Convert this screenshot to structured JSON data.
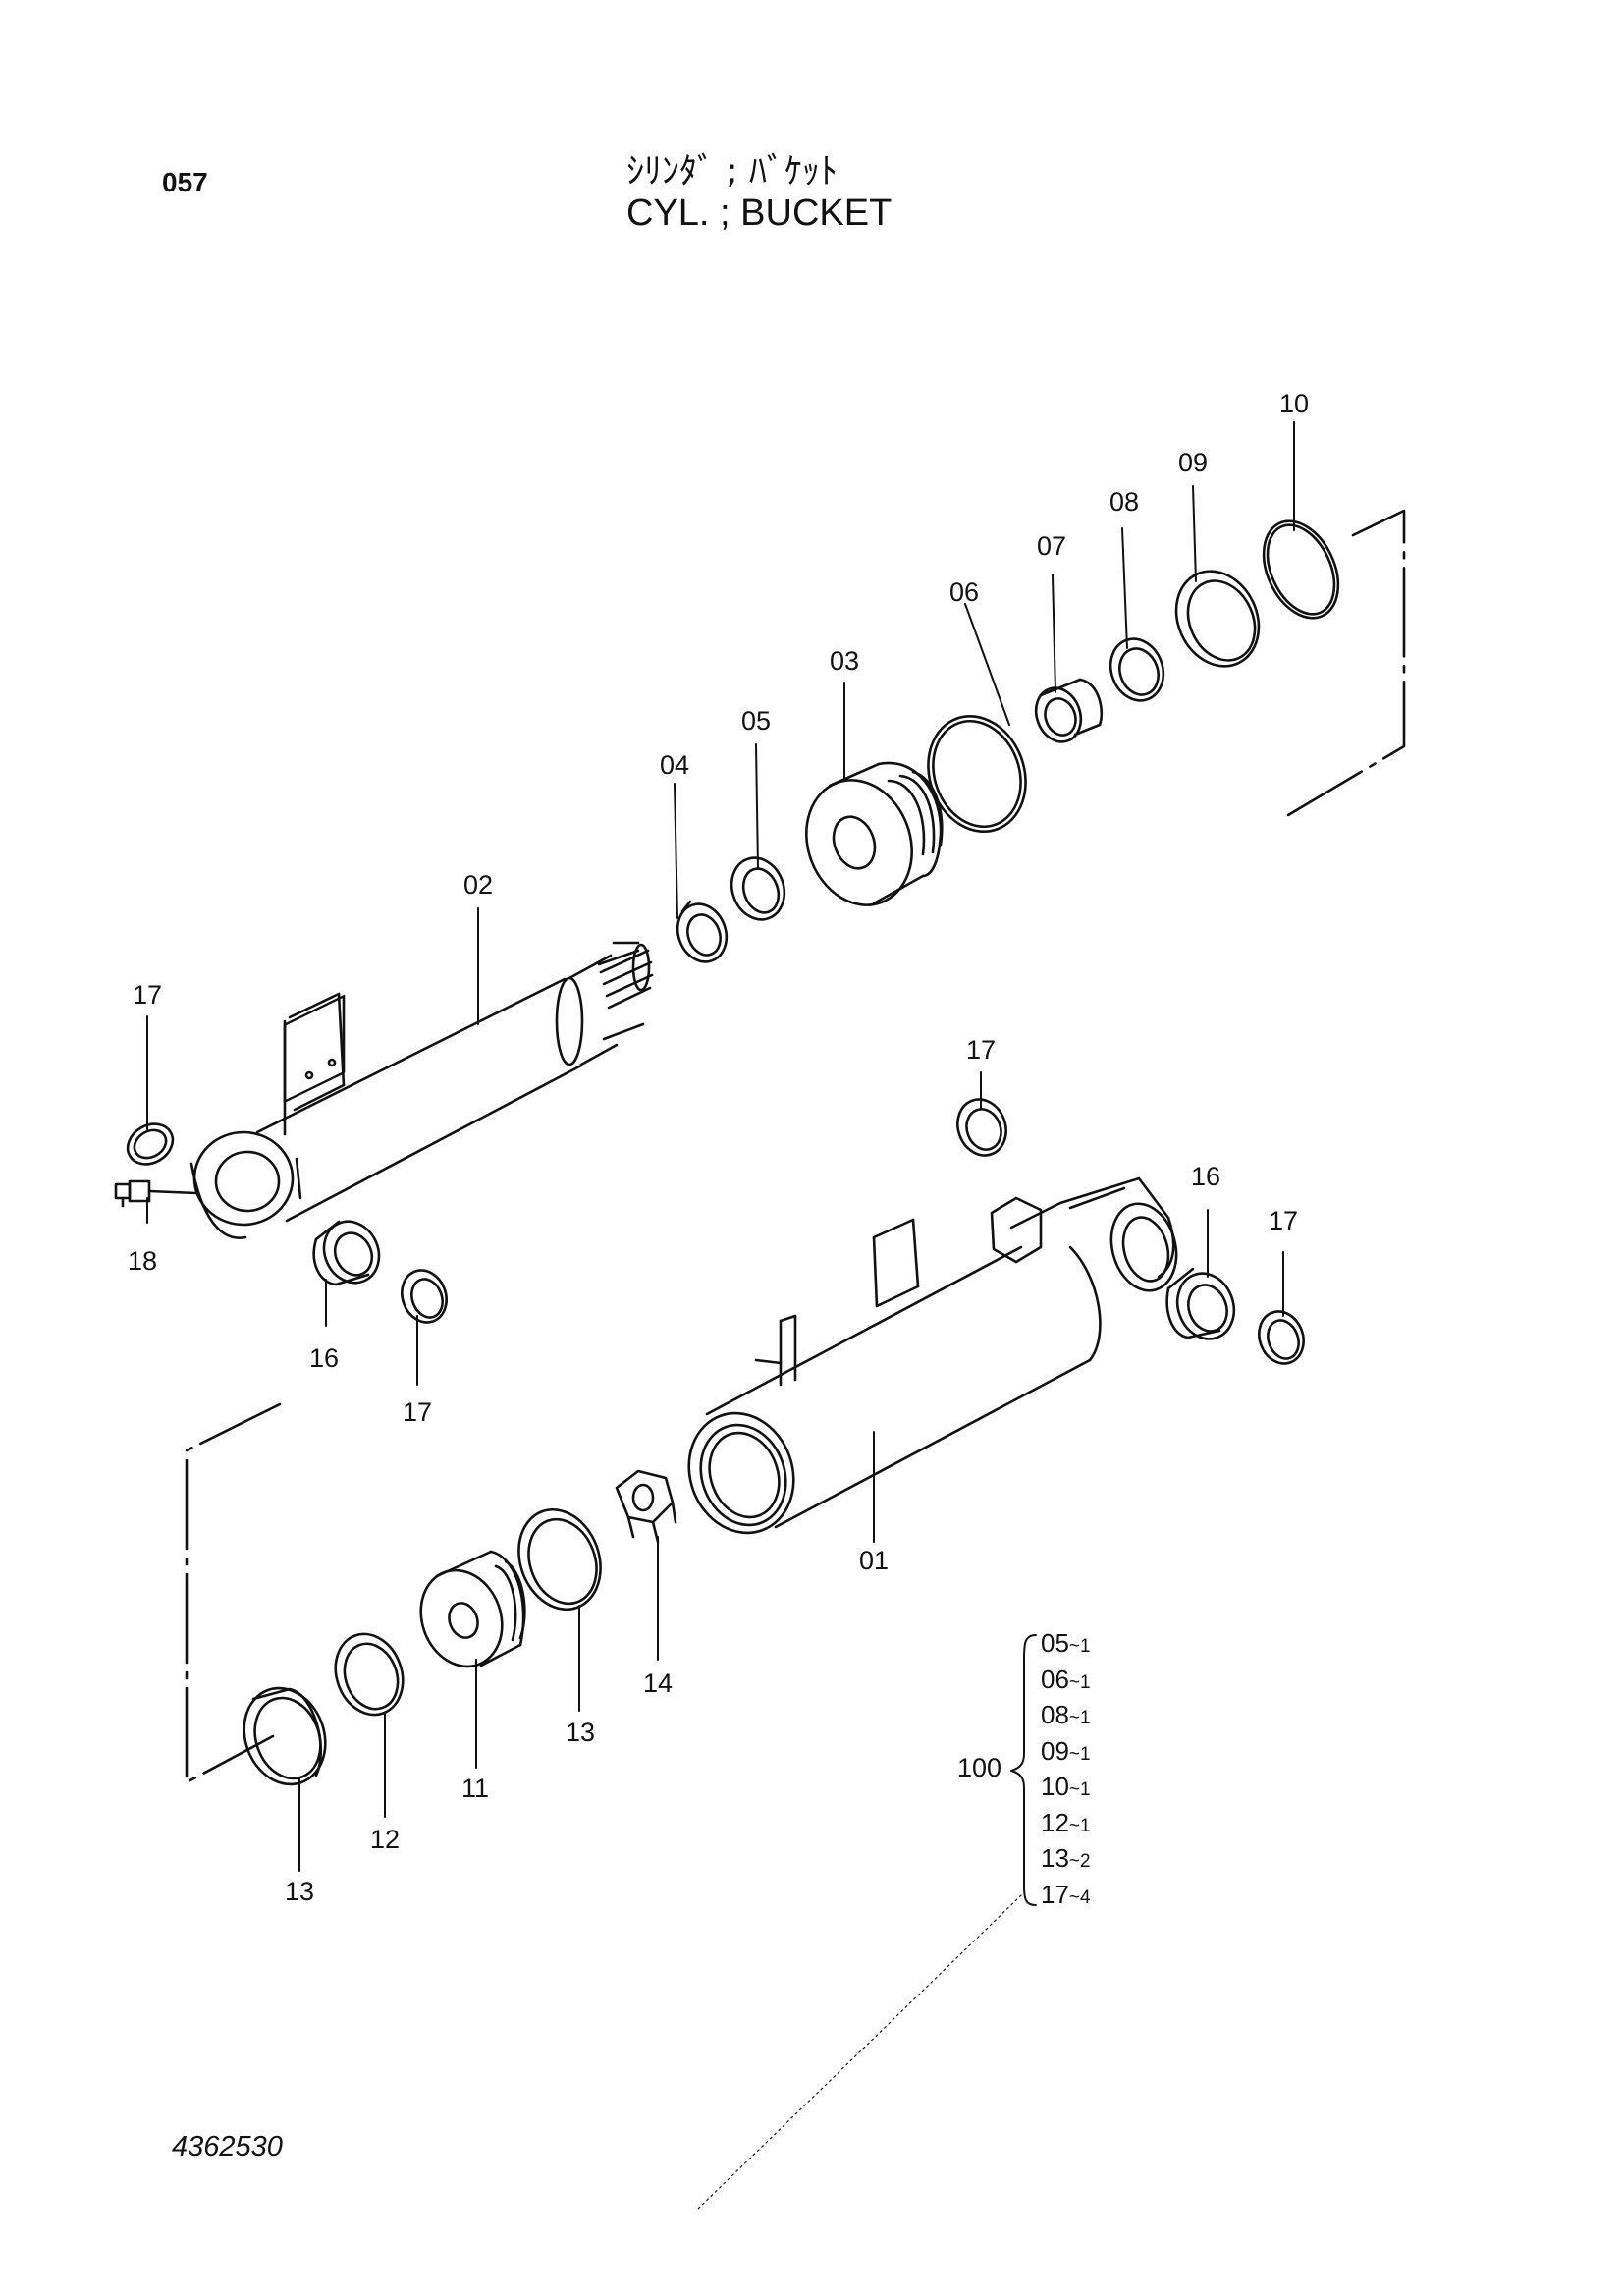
{
  "header": {
    "page_number": "057",
    "title_jp": "ｼﾘﾝﾀﾞ ; ﾊﾞｹｯﾄ",
    "title_en": "CYL. ; BUCKET"
  },
  "drawing_number": "4362530",
  "part_labels": {
    "p01": "01",
    "p02": "02",
    "p03": "03",
    "p04": "04",
    "p05": "05",
    "p06": "06",
    "p07": "07",
    "p08": "08",
    "p09": "09",
    "p10": "10",
    "p11": "11",
    "p12": "12",
    "p13_a": "13",
    "p13_b": "13",
    "p14": "14",
    "p16_a": "16",
    "p16_b": "16",
    "p17_a": "17",
    "p17_b": "17",
    "p17_c": "17",
    "p17_d": "17",
    "p18": "18"
  },
  "seal_kit": {
    "number": "100",
    "items": [
      {
        "part": "05",
        "qty": "~1"
      },
      {
        "part": "06",
        "qty": "~1"
      },
      {
        "part": "08",
        "qty": "~1"
      },
      {
        "part": "09",
        "qty": "~1"
      },
      {
        "part": "10",
        "qty": "~1"
      },
      {
        "part": "12",
        "qty": "~1"
      },
      {
        "part": "13",
        "qty": "~2"
      },
      {
        "part": "17",
        "qty": "~4"
      }
    ]
  }
}
